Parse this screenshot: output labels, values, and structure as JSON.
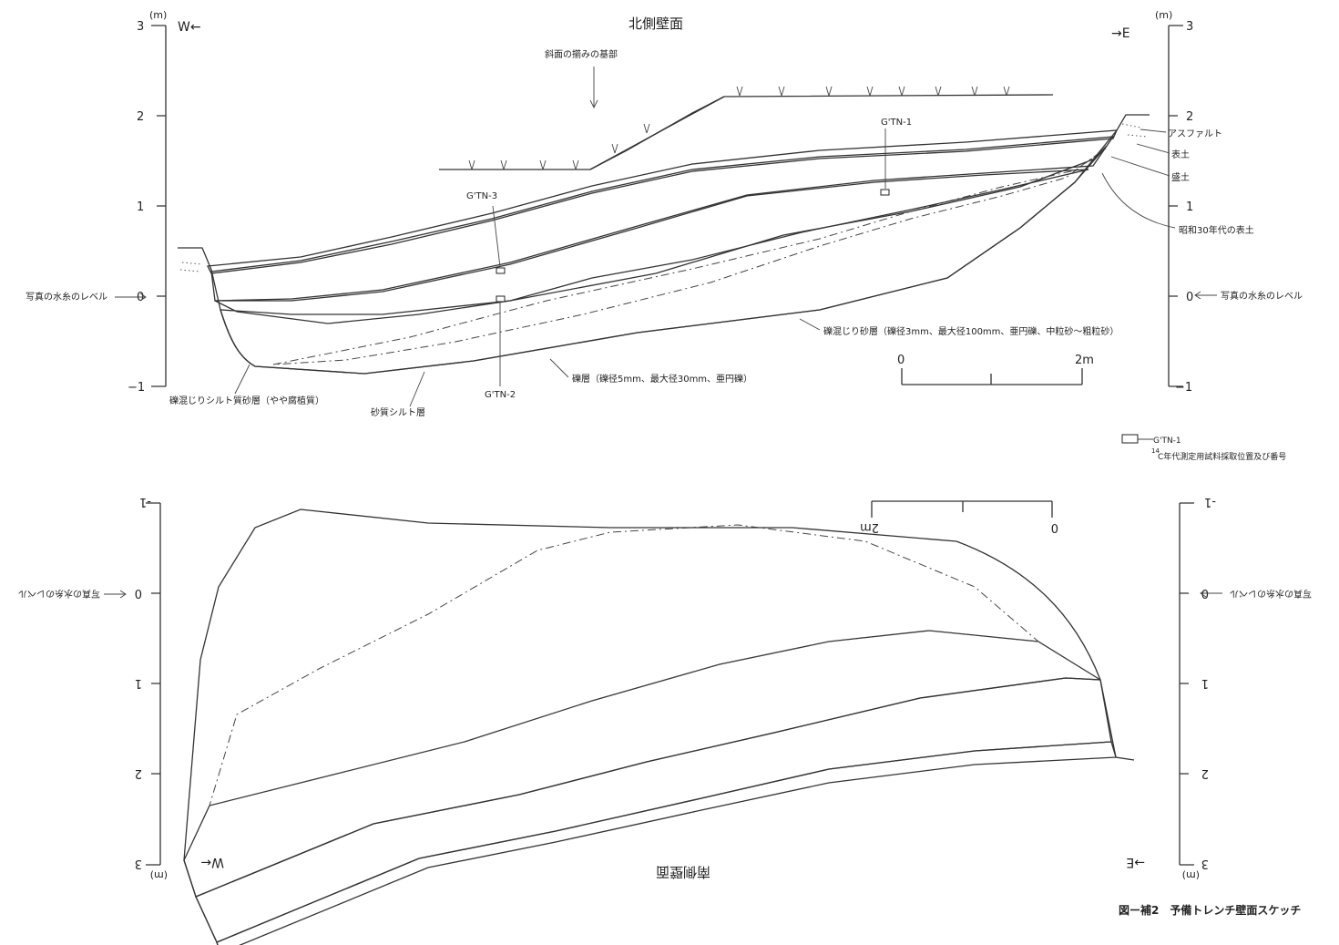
{
  "north_wall": {
    "title": "北側壁面",
    "west_marker": "W←",
    "east_marker": "→E",
    "unit_left": "(m)",
    "unit_right": "(m)",
    "left_ticks": [
      "3",
      "2",
      "1",
      "0",
      "−1"
    ],
    "right_ticks": [
      "3",
      "2",
      "1",
      "0",
      "−1"
    ],
    "slope_label": "斜面の擶みの基部",
    "samples": [
      "G'TN-1",
      "G'TN-3",
      "G'TN-2"
    ],
    "right_labels": [
      "アスファルト",
      "表土",
      "盛土",
      "昭和30年代の表土"
    ],
    "water_level_left": "写真の水糸のレベル",
    "water_level_right": "写真の水糸のレベル",
    "layer_gravelly_sand": "礫混じり砂層（礫径3mm、最大径100mm、亜円礫、中粒砂〜粗粒砂）",
    "layer_gravel": "礫層（礫径5mm、最大径30mm、亜円礫）",
    "layer_gravelly_silty_sand": "礫混じりシルト質砂層（やや腐植質）",
    "layer_sandy_silt": "砂質シルト層",
    "scale_start": "0",
    "scale_end": "2m"
  },
  "legend": {
    "sample_id": "G'TN-1",
    "caption_sup": "14",
    "caption": "C年代測定用試料採取位置及び番号"
  },
  "south_wall": {
    "title": "南側壁面",
    "west_marker": "W←",
    "east_marker": "→E",
    "unit_left": "(m)",
    "unit_right": "(m)",
    "left_ticks": [
      "-1",
      "0",
      "1",
      "2",
      "3"
    ],
    "right_ticks": [
      "-1",
      "0",
      "1",
      "2",
      "3"
    ],
    "water_level_left": "写真の水糸のレベル",
    "water_level_right": "写真の水糸のレベル",
    "scale_start": "0",
    "scale_end": "2m"
  },
  "figure_caption": "図ー補2　予備トレンチ壁面スケッチ"
}
